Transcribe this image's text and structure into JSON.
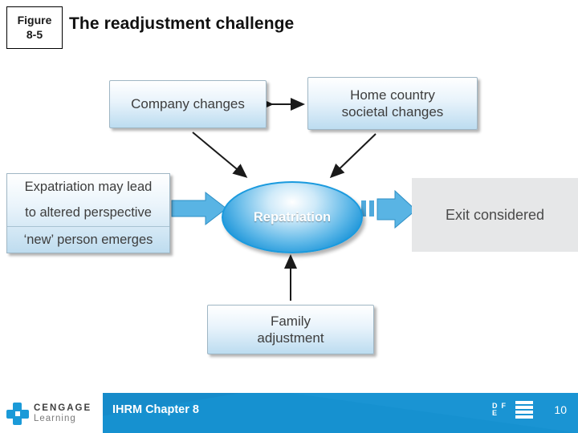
{
  "header": {
    "figure_label_line1": "Figure",
    "figure_label_line2": "8-5",
    "title": "The readjustment challenge"
  },
  "diagram": {
    "nodes": [
      {
        "id": "company",
        "label": "Company changes"
      },
      {
        "id": "home",
        "label": "Home country\nsocietal changes"
      },
      {
        "id": "expat_line1",
        "label": "Expatriation may lead"
      },
      {
        "id": "expat_line2",
        "label": "to altered perspective"
      },
      {
        "id": "expat_line3",
        "label": "‘new’ person emerges"
      },
      {
        "id": "repatriation",
        "label": "Repatriation"
      },
      {
        "id": "family",
        "label": "Family\nadjustment"
      },
      {
        "id": "exit",
        "label": "Exit considered"
      }
    ],
    "labels": {
      "company": "Company changes",
      "home_line1": "Home country",
      "home_line2": "societal changes",
      "expat_line1": "Expatriation may lead",
      "expat_line2": "to altered perspective",
      "expat_line3": "‘new’ person emerges",
      "repatriation": "Repatriation",
      "family_line1": "Family",
      "family_line2": "adjustment",
      "exit": "Exit considered"
    },
    "colors": {
      "box_fill_top": "#ffffff",
      "box_fill_bottom": "#bcdcf0",
      "box_border": "#9fb6c4",
      "ellipse_fill": "#0f8ed6",
      "ellipse_border": "#1a9ade",
      "arrow": "#59b4e4",
      "panel_gray": "#e6e7e8",
      "connector": "#1a1a1a"
    }
  },
  "footer": {
    "chapter_text": "IHRM Chapter 8",
    "page_number": "10",
    "brand_line1": "CENGAGE",
    "brand_line2": "Learning",
    "logo_letters": "D F E",
    "accent_color": "#1691d0"
  }
}
